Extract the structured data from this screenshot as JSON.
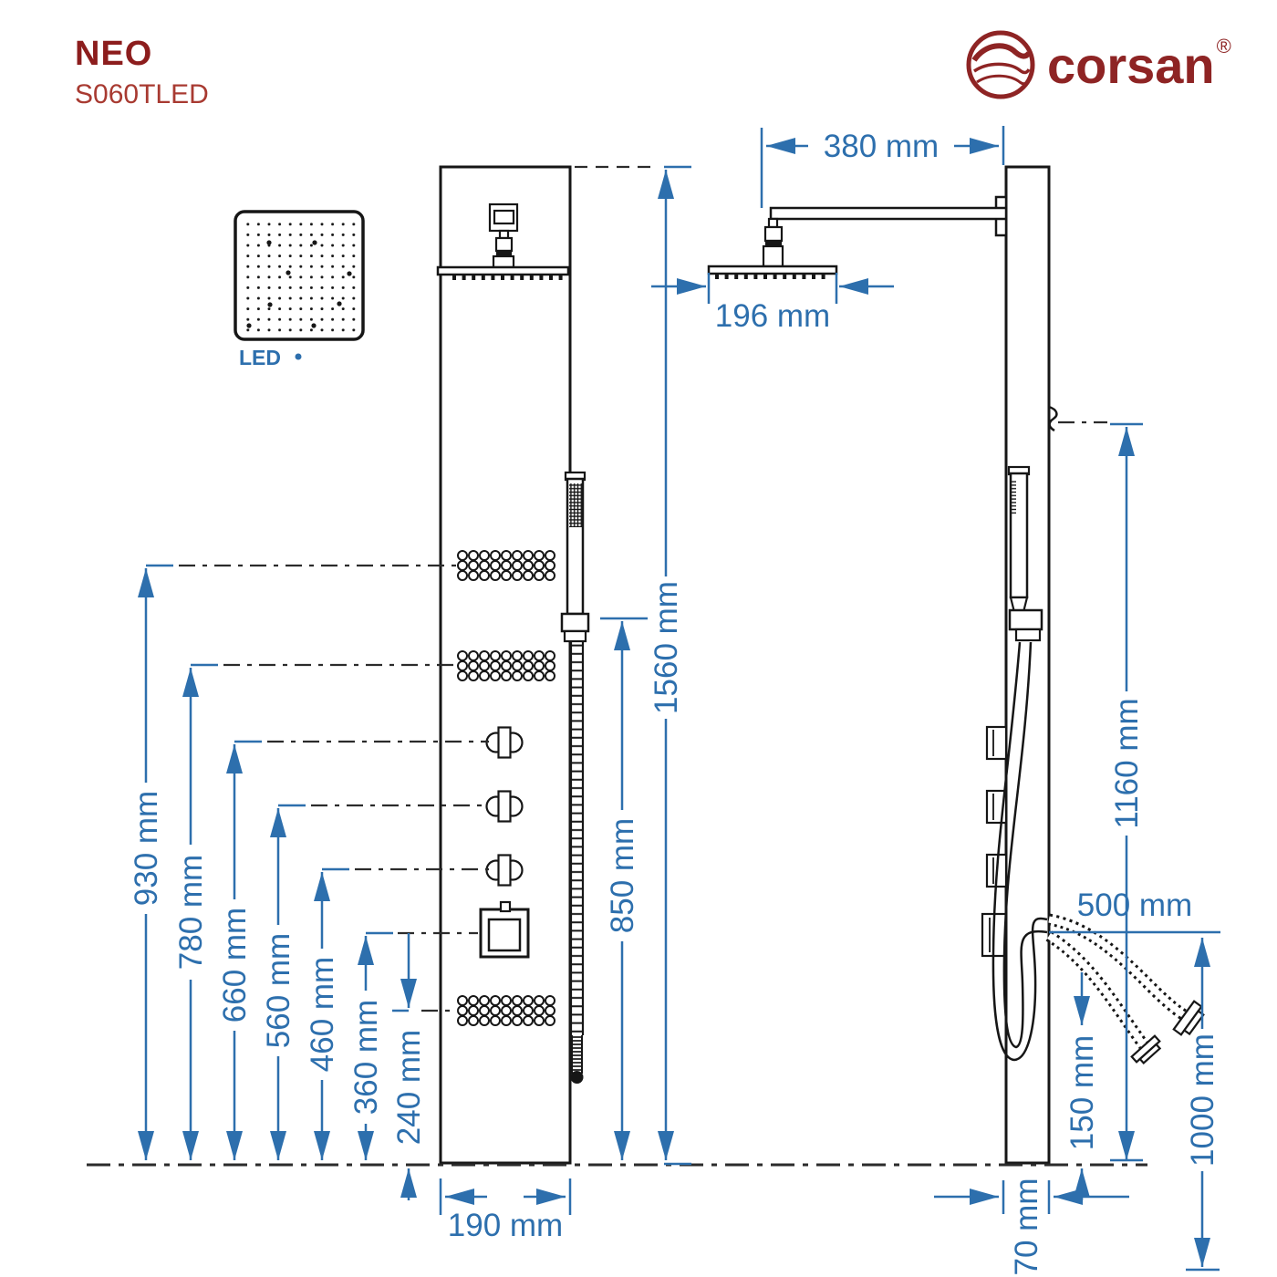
{
  "header": {
    "series": "NEO",
    "model": "S060TLED"
  },
  "brand": {
    "name": "corsan",
    "registered_mark": "®"
  },
  "legend": {
    "led_label": "LED"
  },
  "colors": {
    "dimension_blue": "#2d6fad",
    "brand_red": "#8e2424",
    "series_red": "#8c1d1d",
    "model_red": "#a83a31",
    "line_dark": "#161616"
  },
  "dimensions": {
    "front_view": {
      "panel_total_height": "1560 mm",
      "hand_shower_height": "850 mm",
      "upper_jets_top_height": "930 mm",
      "upper_jets_bottom_height": "780 mm",
      "top_knob_height": "660 mm",
      "middle_knob_height": "560 mm",
      "bottom_knob_height": "460 mm",
      "display_height": "360 mm",
      "lower_jets_height": "240 mm",
      "panel_width": "190 mm"
    },
    "side_view": {
      "arm_projection": "380 mm",
      "head_depth": "196 mm",
      "bracket_height": "1160 mm",
      "hose_connection_offset": "500 mm",
      "hose_drop_length": "1000 mm",
      "hose_end_height": "150 mm",
      "panel_depth": "70 mm"
    }
  }
}
